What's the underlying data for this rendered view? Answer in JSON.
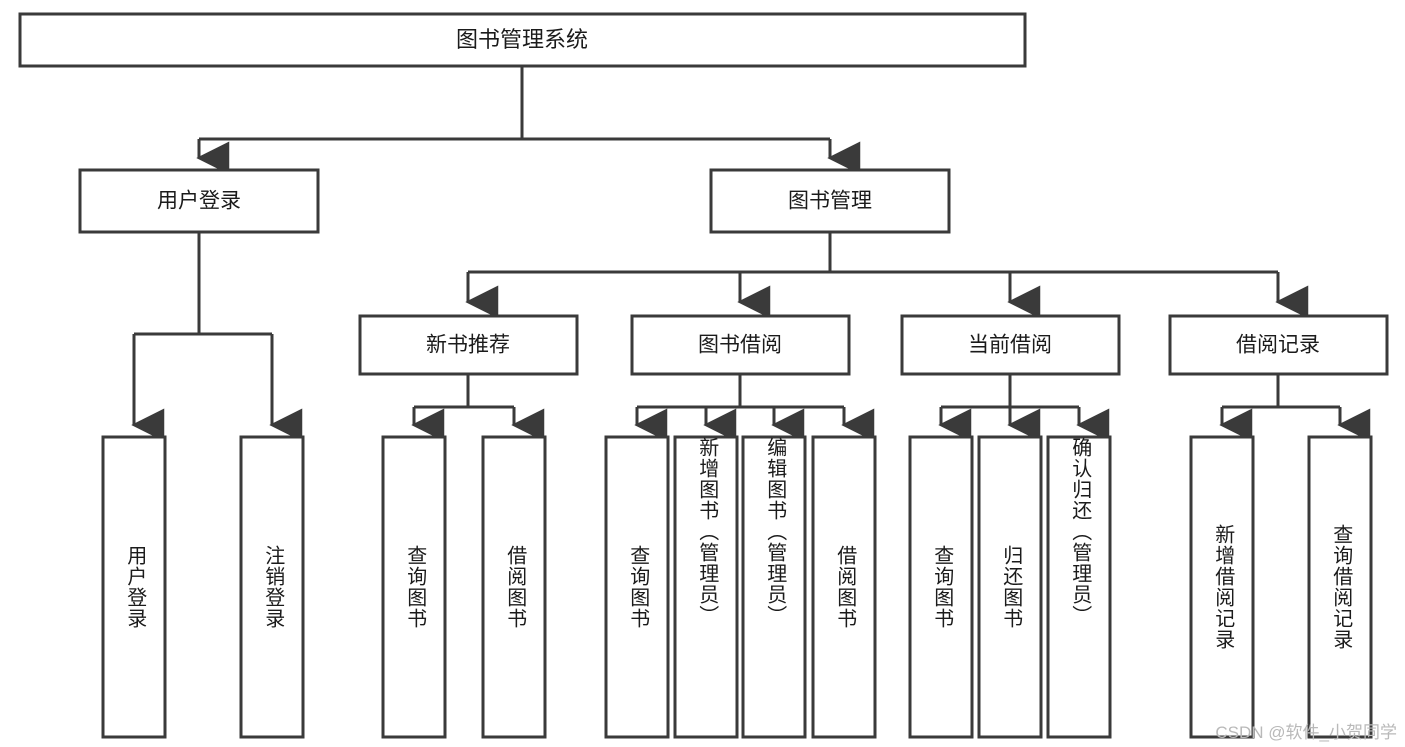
{
  "diagram": {
    "type": "tree-hierarchy-chart",
    "title": "图书管理系统",
    "orientation": "top-down",
    "colors": {
      "box_stroke": "#3a3a3a",
      "box_fill": "#ffffff",
      "text": "#1b1b1b",
      "connector": "#3a3a3a",
      "watermark": "#b9b9b9",
      "background": "#ffffff"
    },
    "root": {
      "id": "root",
      "label": "图书管理系统"
    },
    "level2": [
      {
        "id": "user-login",
        "label": "用户登录"
      },
      {
        "id": "book-manage",
        "label": "图书管理"
      }
    ],
    "level3": [
      {
        "id": "new-book-recommend",
        "label": "新书推荐",
        "parent": "book-manage"
      },
      {
        "id": "book-borrow",
        "label": "图书借阅",
        "parent": "book-manage"
      },
      {
        "id": "current-borrow",
        "label": "当前借阅",
        "parent": "book-manage"
      },
      {
        "id": "borrow-record",
        "label": "借阅记录",
        "parent": "book-manage"
      }
    ],
    "leaves": [
      {
        "id": "leaf-user-login",
        "label": "用户登录",
        "parent": "user-login"
      },
      {
        "id": "leaf-user-logout",
        "label": "注销登录",
        "parent": "user-login"
      },
      {
        "id": "leaf-query-book-1",
        "label": "查询图书",
        "parent": "new-book-recommend"
      },
      {
        "id": "leaf-borrow-book-1",
        "label": "借阅图书",
        "parent": "new-book-recommend"
      },
      {
        "id": "leaf-query-book-2",
        "label": "查询图书",
        "parent": "book-borrow"
      },
      {
        "id": "leaf-add-book",
        "label": "新增图书（管理员）",
        "parent": "book-borrow"
      },
      {
        "id": "leaf-edit-book",
        "label": "编辑图书（管理员）",
        "parent": "book-borrow"
      },
      {
        "id": "leaf-borrow-book-2",
        "label": "借阅图书",
        "parent": "book-borrow"
      },
      {
        "id": "leaf-query-book-3",
        "label": "查询图书",
        "parent": "current-borrow"
      },
      {
        "id": "leaf-return-book",
        "label": "归还图书",
        "parent": "current-borrow"
      },
      {
        "id": "leaf-confirm-return",
        "label": "确认归还（管理员）",
        "parent": "current-borrow"
      },
      {
        "id": "leaf-add-record",
        "label": "新增借阅记录",
        "parent": "borrow-record"
      },
      {
        "id": "leaf-query-record",
        "label": "查询借阅记录",
        "parent": "borrow-record"
      }
    ]
  },
  "watermark": {
    "text": "CSDN @软件_小贺同学"
  }
}
